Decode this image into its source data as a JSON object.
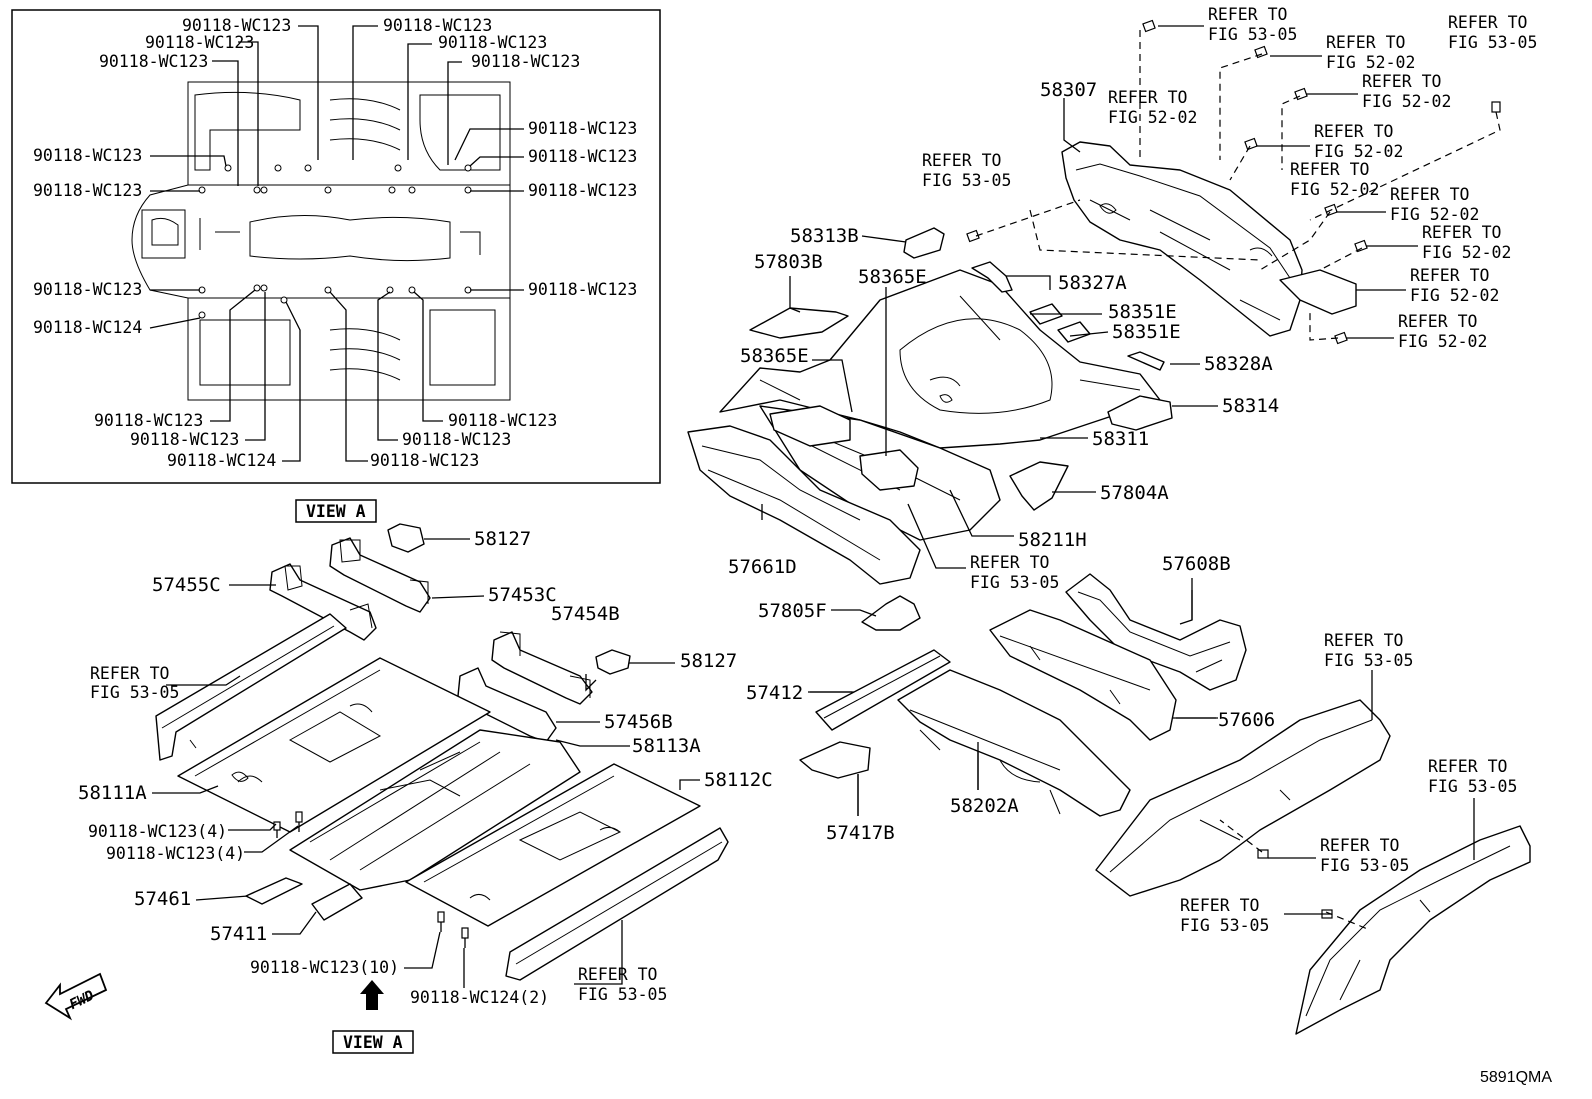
{
  "inset": {
    "top_left": [
      "90118-WC123",
      "90118-WC123",
      "90118-WC123"
    ],
    "top_right": [
      "90118-WC123",
      "90118-WC123",
      "90118-WC123"
    ],
    "left": [
      "90118-WC123",
      "90118-WC123",
      "90118-WC123",
      "90118-WC124"
    ],
    "right": [
      "90118-WC123",
      "90118-WC123",
      "90118-WC123",
      "90118-WC123"
    ],
    "bottom": [
      "90118-WC123",
      "90118-WC123",
      "90118-WC124",
      "90118-WC123",
      "90118-WC123",
      "90118-WC123"
    ]
  },
  "view_label": "VIEW A",
  "fwd_label": "FWD",
  "refer": {
    "line1": "REFER TO",
    "fig_53_05": "FIG 53-05",
    "fig_52_02": "FIG 52-02"
  },
  "parts": {
    "p58307": "58307",
    "p58313B": "58313B",
    "p57803B": "57803B",
    "p58365E_top": "58365E",
    "p58327A": "58327A",
    "p58351E_a": "58351E",
    "p58351E_b": "58351E",
    "p58365E_left": "58365E",
    "p58328A": "58328A",
    "p58314": "58314",
    "p58311": "58311",
    "p57804A": "57804A",
    "p58211H": "58211H",
    "p57661D": "57661D",
    "p57608B": "57608B",
    "p57805F": "57805F",
    "p57412": "57412",
    "p57606": "57606",
    "p57417B": "57417B",
    "p58202A": "58202A",
    "p58127_a": "58127",
    "p58127_b": "58127",
    "p57455C": "57455C",
    "p57453C": "57453C",
    "p57454B": "57454B",
    "p57456B": "57456B",
    "p58113A": "58113A",
    "p58112C": "58112C",
    "p58111A": "58111A",
    "p57461": "57461",
    "p57411": "57411"
  },
  "fasteners": {
    "f1": "90118-WC123(4)",
    "f2": "90118-WC123(4)",
    "f3": "90118-WC123(10)",
    "f4": "90118-WC124(2)"
  },
  "diagram_code": "5891QMA"
}
